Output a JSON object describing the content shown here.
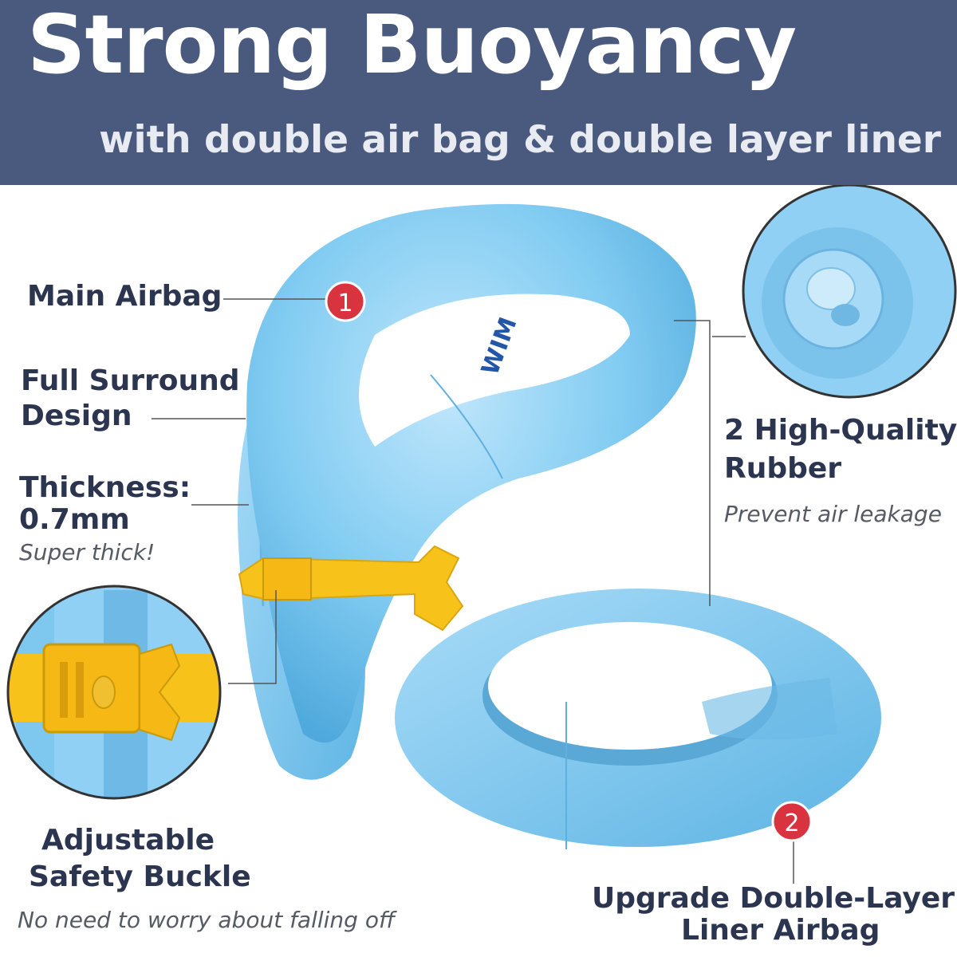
{
  "banner": {
    "title": "Strong Buoyancy",
    "subtitle": "with double air bag & double layer liner"
  },
  "callouts": {
    "main_airbag": "Main Airbag",
    "full_surround_line1": "Full Surround",
    "full_surround_line2": "Design",
    "thickness_line1": "Thickness:",
    "thickness_line2": "0.7mm",
    "thickness_note": "Super thick!",
    "rubber_line1": "2 High-Quality",
    "rubber_line2": "Rubber",
    "rubber_note": "Prevent air leakage",
    "buckle_line1": "Adjustable",
    "buckle_line2": "Safety Buckle",
    "buckle_note": "No need to worry about falling off",
    "liner_line1": "Upgrade Double-Layer",
    "liner_line2": "Liner Airbag"
  },
  "markers": {
    "one": "1",
    "two": "2"
  },
  "colors": {
    "banner": "#4a5a7e",
    "label_text": "#2c3550",
    "float_blue": "#7cc6f0",
    "buckle_yellow": "#f7c21a",
    "marker_red": "#d8333e"
  },
  "icons": [
    "float-illustration",
    "valve-closeup",
    "buckle-closeup",
    "marker-badge"
  ]
}
